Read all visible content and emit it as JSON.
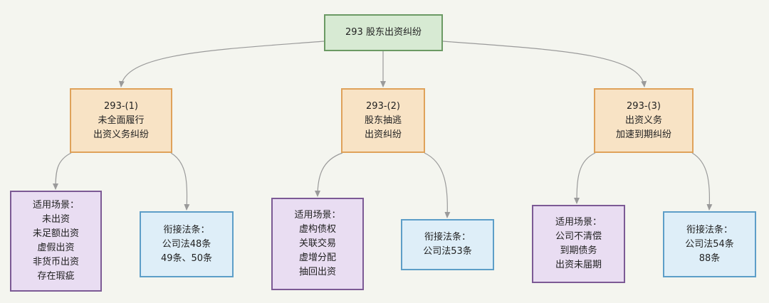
{
  "root": {
    "label": "293 股东出资纠纷"
  },
  "branches": [
    {
      "title_lines": [
        "293-(1)",
        "未全面履行",
        "出资义务纠纷"
      ],
      "scenario": {
        "lines": [
          "适用场景：",
          "未出资",
          "未足额出资",
          "虚假出资",
          "非货币出资",
          "存在瑕疵"
        ]
      },
      "law": {
        "lines": [
          "衔接法条：",
          "公司法48条",
          "49条、50条"
        ]
      }
    },
    {
      "title_lines": [
        "293-(2)",
        "股东抽逃",
        "出资纠纷"
      ],
      "scenario": {
        "lines": [
          "适用场景：",
          "虚构债权",
          "关联交易",
          "虚增分配",
          "抽回出资"
        ]
      },
      "law": {
        "lines": [
          "衔接法条：",
          "公司法53条"
        ]
      }
    },
    {
      "title_lines": [
        "293-(3)",
        "出资义务",
        "加速到期纠纷"
      ],
      "scenario": {
        "lines": [
          "适用场景：",
          "公司不清偿",
          "到期债务",
          "出资未届期"
        ]
      },
      "law": {
        "lines": [
          "衔接法条：",
          "公司法54条",
          "88条"
        ]
      }
    }
  ],
  "colors": {
    "background": "#f4f5ef",
    "root_fill": "#d7ead3",
    "root_border": "#6b9a64",
    "branch_fill": "#f8e3c5",
    "branch_border": "#dfa25a",
    "scenario_fill": "#e9ddf2",
    "scenario_border": "#7c5a95",
    "law_fill": "#deeef8",
    "law_border": "#5d9ec8",
    "edge": "#9a9a9a"
  }
}
